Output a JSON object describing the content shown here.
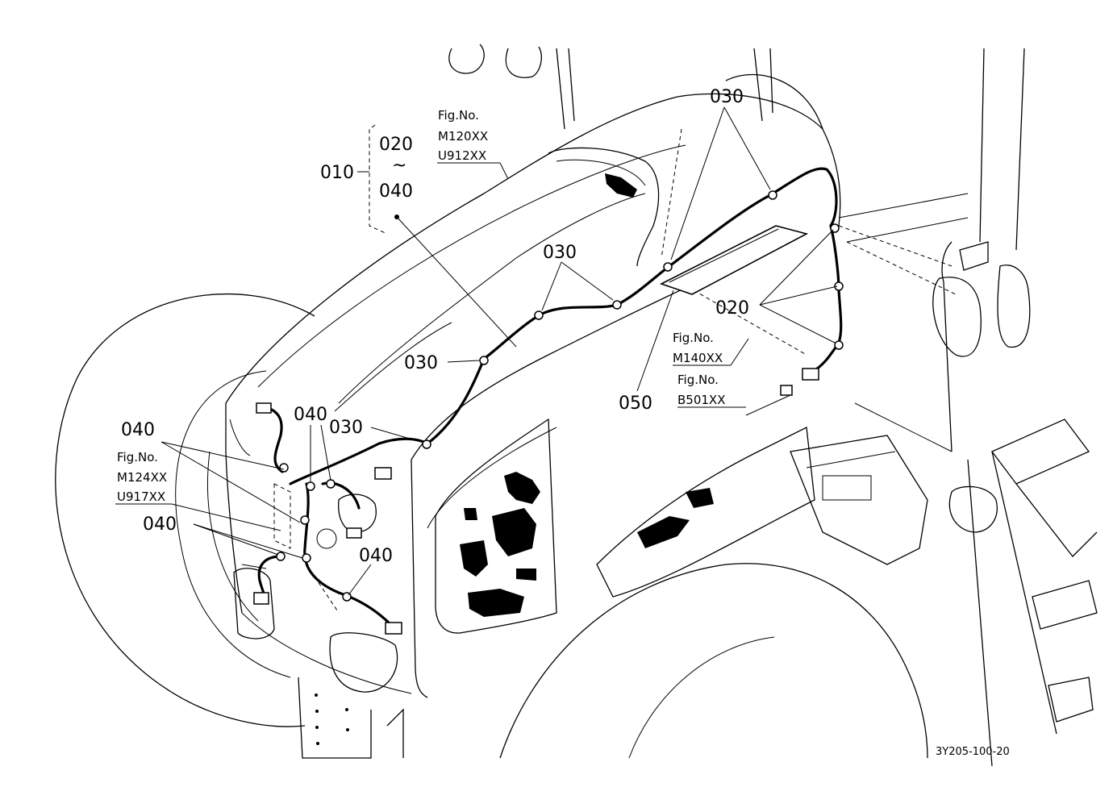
{
  "labels": {
    "l010": "010",
    "l020_range": "020",
    "tilde": "~",
    "l040_range": "040",
    "l030_a": "030",
    "l030_b": "030",
    "l030_c": "030",
    "l030_d": "030",
    "l020_b": "020",
    "l040_a": "040",
    "l040_b": "040",
    "l040_c": "040",
    "l040_d": "040",
    "l050": "050"
  },
  "fig_refs": {
    "top": {
      "title": "Fig.No.",
      "code1": "M120XX",
      "code2": "U912XX"
    },
    "middle": {
      "title": "Fig.No.",
      "code1": "M140XX"
    },
    "lower": {
      "title": "Fig.No.",
      "code1": "B501XX"
    },
    "left": {
      "title": "Fig.No.",
      "code1": "M124XX",
      "code2": "U917XX"
    }
  },
  "drawing_code": "3Y205-100-20"
}
